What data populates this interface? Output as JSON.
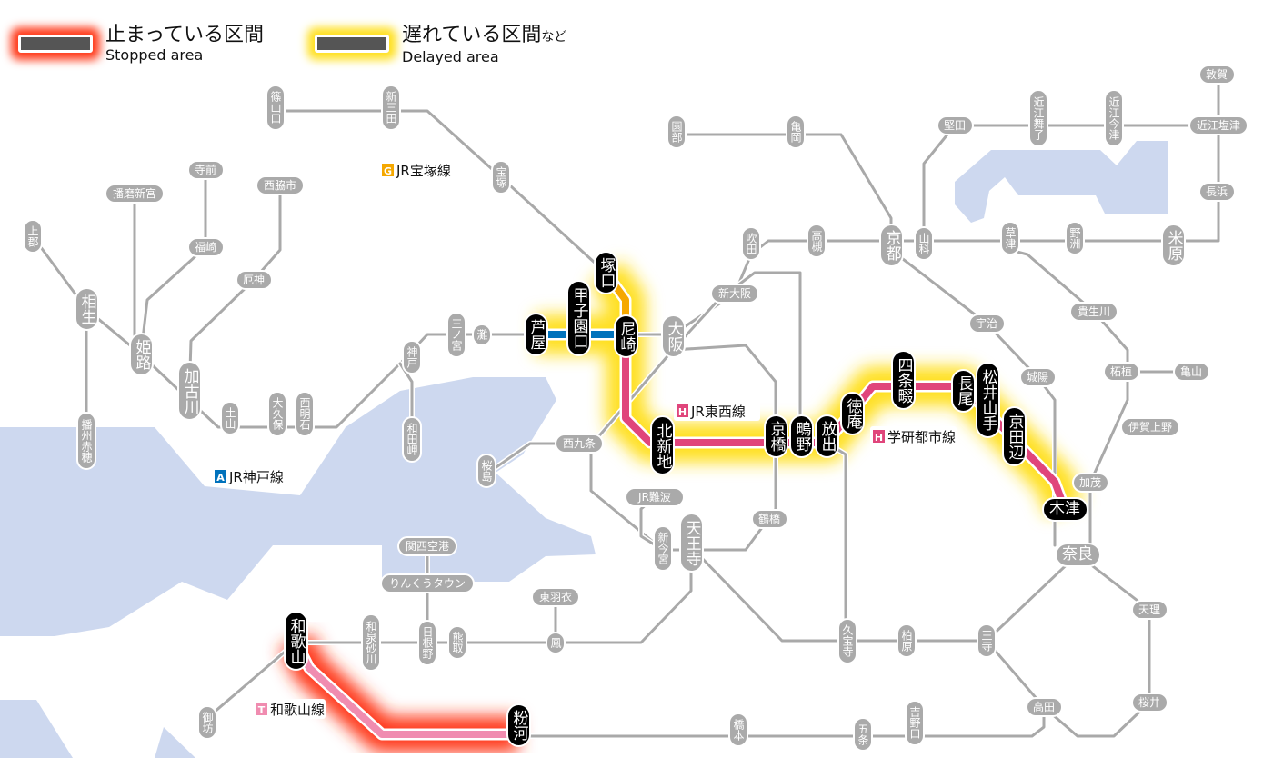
{
  "legend": {
    "stopped": {
      "jp": "止まっている区間",
      "en": "Stopped area",
      "color": "#ff3a1a"
    },
    "delayed": {
      "jp": "遅れている区間",
      "jp_suffix": "など",
      "en": "Delayed area",
      "color": "#ffe020"
    }
  },
  "lines": [
    {
      "badge": "G",
      "name": "JR宝塚線",
      "color": "#f5a800"
    },
    {
      "badge": "A",
      "name": "JR神戸線",
      "color": "#0072bc"
    },
    {
      "badge": "H",
      "name": "JR東西線",
      "color": "#e0457b"
    },
    {
      "badge": "H",
      "name": "学研都市線",
      "color": "#e0457b"
    },
    {
      "badge": "T",
      "name": "和歌山線",
      "color": "#f08cb0"
    }
  ],
  "stations": [
    {
      "name": "篠山口",
      "status": "normal"
    },
    {
      "name": "新三田",
      "status": "normal"
    },
    {
      "name": "宝塚",
      "status": "normal"
    },
    {
      "name": "上郡",
      "status": "normal"
    },
    {
      "name": "相生",
      "status": "normal"
    },
    {
      "name": "姫路",
      "status": "normal"
    },
    {
      "name": "播州赤穂",
      "status": "normal"
    },
    {
      "name": "加古川",
      "status": "normal"
    },
    {
      "name": "土山",
      "status": "normal"
    },
    {
      "name": "大久保",
      "status": "normal"
    },
    {
      "name": "西明石",
      "status": "normal"
    },
    {
      "name": "神戸",
      "status": "normal"
    },
    {
      "name": "和田岬",
      "status": "normal"
    },
    {
      "name": "三ノ宮",
      "status": "normal"
    },
    {
      "name": "灘",
      "status": "normal"
    },
    {
      "name": "吹田",
      "status": "normal"
    },
    {
      "name": "高槻",
      "status": "normal"
    },
    {
      "name": "京都",
      "status": "normal"
    },
    {
      "name": "山科",
      "status": "normal"
    },
    {
      "name": "草津",
      "status": "normal"
    },
    {
      "name": "野洲",
      "status": "normal"
    },
    {
      "name": "米原",
      "status": "normal"
    },
    {
      "name": "園部",
      "status": "normal"
    },
    {
      "name": "亀岡",
      "status": "normal"
    },
    {
      "name": "近江舞子",
      "status": "normal"
    },
    {
      "name": "近江今津",
      "status": "normal"
    },
    {
      "name": "桜島",
      "status": "normal"
    },
    {
      "name": "新今宮",
      "status": "normal"
    },
    {
      "name": "天王寺",
      "status": "normal"
    },
    {
      "name": "和泉砂川",
      "status": "normal"
    },
    {
      "name": "日根野",
      "status": "normal"
    },
    {
      "name": "熊取",
      "status": "normal"
    },
    {
      "name": "鳳",
      "status": "normal"
    },
    {
      "name": "久宝寺",
      "status": "normal"
    },
    {
      "name": "柏原",
      "status": "normal"
    },
    {
      "name": "王寺",
      "status": "normal"
    },
    {
      "name": "御坊",
      "status": "normal"
    },
    {
      "name": "橋本",
      "status": "normal"
    },
    {
      "name": "五条",
      "status": "normal"
    },
    {
      "name": "吉野口",
      "status": "normal"
    },
    {
      "name": "大阪",
      "status": "normal"
    },
    {
      "name": "寺前",
      "status": "normal"
    },
    {
      "name": "播磨新宮",
      "status": "normal"
    },
    {
      "name": "西脇市",
      "status": "normal"
    },
    {
      "name": "福崎",
      "status": "normal"
    },
    {
      "name": "厄神",
      "status": "normal"
    },
    {
      "name": "西九条",
      "status": "normal"
    },
    {
      "name": "JR難波",
      "status": "normal"
    },
    {
      "name": "鶴橋",
      "status": "normal"
    },
    {
      "name": "関西空港",
      "status": "normal"
    },
    {
      "name": "りんくうタウン",
      "status": "normal"
    },
    {
      "name": "東羽衣",
      "status": "normal"
    },
    {
      "name": "新大阪",
      "status": "normal"
    },
    {
      "name": "堅田",
      "status": "normal"
    },
    {
      "name": "敦賀",
      "status": "normal"
    },
    {
      "name": "近江塩津",
      "status": "normal"
    },
    {
      "name": "長浜",
      "status": "normal"
    },
    {
      "name": "宇治",
      "status": "normal"
    },
    {
      "name": "城陽",
      "status": "normal"
    },
    {
      "name": "貴生川",
      "status": "normal"
    },
    {
      "name": "柘植",
      "status": "normal"
    },
    {
      "name": "亀山",
      "status": "normal"
    },
    {
      "name": "伊賀上野",
      "status": "normal"
    },
    {
      "name": "加茂",
      "status": "normal"
    },
    {
      "name": "奈良",
      "status": "normal"
    },
    {
      "name": "天理",
      "status": "normal"
    },
    {
      "name": "桜井",
      "status": "normal"
    },
    {
      "name": "高田",
      "status": "normal"
    },
    {
      "name": "木津",
      "status": "delayed"
    },
    {
      "name": "芦屋",
      "status": "delayed"
    },
    {
      "name": "甲子園口",
      "status": "delayed"
    },
    {
      "name": "塚口",
      "status": "delayed"
    },
    {
      "name": "尼崎",
      "status": "delayed"
    },
    {
      "name": "北新地",
      "status": "delayed"
    },
    {
      "name": "京橋",
      "status": "delayed"
    },
    {
      "name": "鴫野",
      "status": "delayed"
    },
    {
      "name": "放出",
      "status": "delayed"
    },
    {
      "name": "徳庵",
      "status": "delayed"
    },
    {
      "name": "四条畷",
      "status": "delayed"
    },
    {
      "name": "長尾",
      "status": "delayed"
    },
    {
      "name": "松井山手",
      "status": "delayed"
    },
    {
      "name": "京田辺",
      "status": "delayed"
    },
    {
      "name": "和歌山",
      "status": "stopped"
    },
    {
      "name": "粉河",
      "status": "stopped"
    }
  ]
}
